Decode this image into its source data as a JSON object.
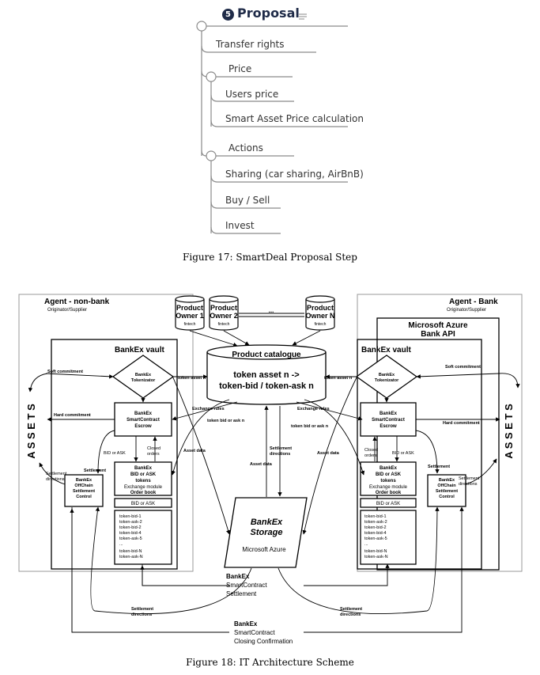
{
  "mindmap": {
    "badge": "5",
    "title": "Proposal",
    "items": [
      "Transfer rights",
      "Price",
      "Users price",
      "Smart Asset Price calculation",
      "Actions",
      "Sharing (car sharing, AirBnB)",
      "Buy / Sell",
      "Invest"
    ]
  },
  "caption17": "Figure 17: SmartDeal Proposal Step",
  "caption18": "Figure 18: IT Architecture Scheme",
  "diagram": {
    "left_panel": {
      "title": "Agent - non-bank",
      "subtitle": "Originator/Supplier"
    },
    "right_panel": {
      "title": "Agent - Bank",
      "subtitle": "Originator/Supplier"
    },
    "azure": {
      "line1": "Microsoft Azure",
      "line2": "Bank API"
    },
    "vault_label": "BankEx vault",
    "assets_label": "A S S E T S",
    "owners": [
      {
        "name1": "Product",
        "name2": "Owner 1",
        "sub": "fintech"
      },
      {
        "name1": "Product",
        "name2": "Owner 2",
        "sub": "fintech"
      },
      {
        "name1": "Product",
        "name2": "Owner N",
        "sub": "fintech"
      }
    ],
    "owners_ellipsis": "...",
    "catalogue": {
      "title": "Product catalogue",
      "line1": "token asset n ->",
      "line2": "token-bid / token-ask n"
    },
    "tokenizator": {
      "line1": "BankEx",
      "line2": "Tokenizator"
    },
    "escrow": {
      "line1": "BankEx",
      "line2": "SmartContract",
      "line3": "Escrow"
    },
    "orderbook": {
      "line1": "BankEx",
      "line2": "BID or ASK",
      "line3": "tokens",
      "line4": "Exchange module",
      "line5": "Order book"
    },
    "bid_or_ask": "BID or ASK",
    "tokens_list": [
      "token-bid-1",
      "token-ask-2",
      "token-bid-2",
      "token-bid-4",
      "token-ask-5",
      "token-bid-N",
      "token-ask-N"
    ],
    "tokens_ellipsis": "...",
    "offchain": {
      "line1": "BankEx",
      "line2": "OffChain",
      "line3": "Settlement",
      "line4": "Control"
    },
    "storage": {
      "line1": "BankEx",
      "line2": "Storage",
      "line3": "Microsoft Azure"
    },
    "settlement_box": {
      "line1": "BankEx",
      "line2": "SmartContract",
      "line3": "Settlement"
    },
    "closing_box": {
      "line1": "BankEx",
      "line2": "SmartContract",
      "line3": "Closing Confirmation"
    },
    "labels": {
      "soft": "Soft commitment",
      "hard": "Hard commitment",
      "token_asset": "token asset n",
      "exchange_rules": "Exchange rules",
      "bid_ask_n": "token bid or ask n",
      "asset_data": "Asset data",
      "settlement_directions_1": "Settlement",
      "settlement_directions_2": "directions",
      "settlement": "Settlement",
      "bid_or_ask": "BID or ASK",
      "closed_1": "Closed",
      "closed_2": "orders"
    }
  }
}
